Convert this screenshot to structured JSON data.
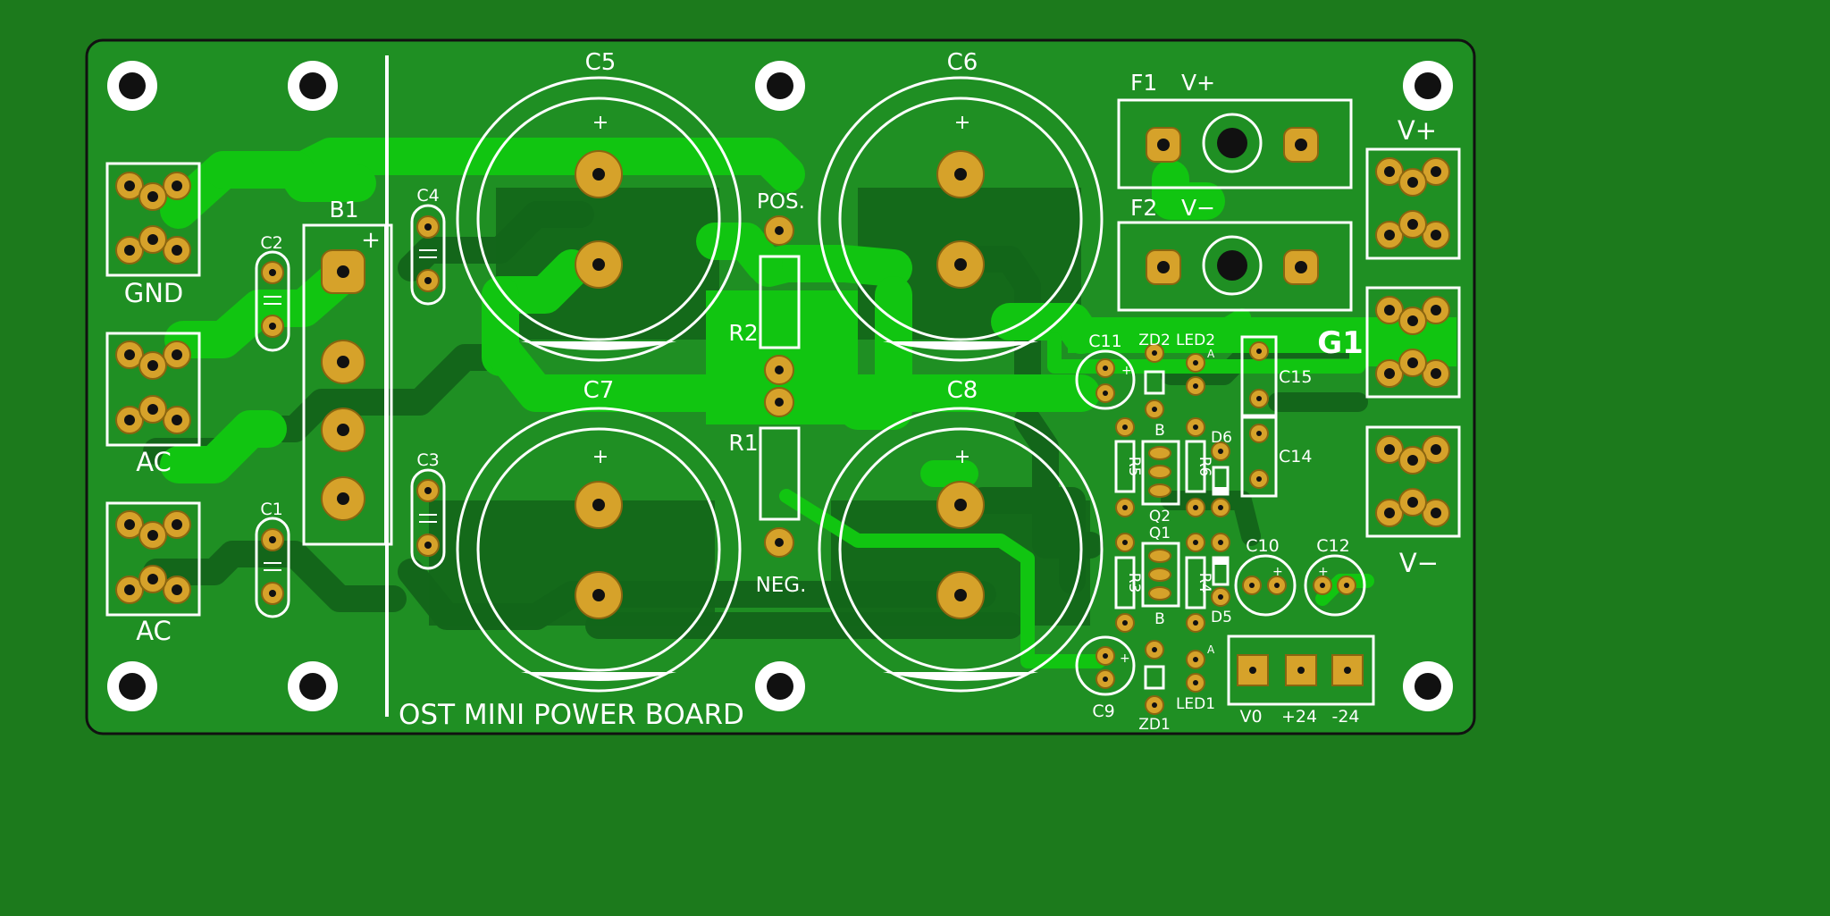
{
  "board": {
    "title": "OST MINI POWER BOARD",
    "colors": {
      "substrate": "#1c7a1c",
      "board": "#1f8f23",
      "copper_top": "#11c511",
      "copper_bottom": "#13661a",
      "silk": "#ffffff",
      "pad": "#d6a22a",
      "drill": "#111111"
    }
  },
  "capacitors_large": [
    {
      "ref": "C5",
      "polarity": "+"
    },
    {
      "ref": "C6",
      "polarity": "+"
    },
    {
      "ref": "C7",
      "polarity": "+"
    },
    {
      "ref": "C8",
      "polarity": "+"
    }
  ],
  "connectors": {
    "left": [
      "GND",
      "AC",
      "AC"
    ],
    "right": [
      "V+",
      "",
      "V−"
    ]
  },
  "fuses": [
    {
      "ref": "F1",
      "net": "V+"
    },
    {
      "ref": "F2",
      "net": "V−"
    }
  ],
  "bridge": {
    "ref": "B1",
    "polarity": "+"
  },
  "small_caps": [
    "C1",
    "C2",
    "C3",
    "C4"
  ],
  "resistors": [
    "R1",
    "R2",
    "R3",
    "R4",
    "R5",
    "R6"
  ],
  "net_labels": {
    "pos": "POS.",
    "neg": "NEG."
  },
  "regulator_section": {
    "caps": [
      "C9",
      "C10",
      "C11",
      "C12",
      "C14",
      "C15"
    ],
    "zeners": [
      "ZD1",
      "ZD2"
    ],
    "leds": [
      "LED1",
      "LED2"
    ],
    "diodes": [
      "D5",
      "D6"
    ],
    "transistors": [
      "Q1",
      "Q2"
    ],
    "pin_b": "B",
    "led_anode": "A",
    "group": "G1",
    "output_pins": [
      "V0",
      "+24",
      "-24"
    ]
  }
}
